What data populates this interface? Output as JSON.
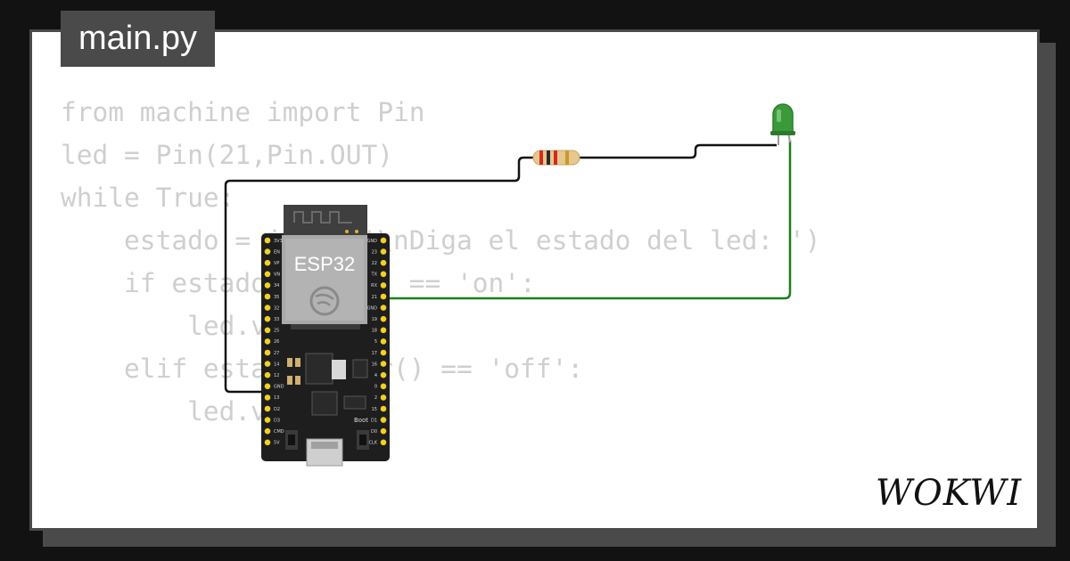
{
  "file_tab": {
    "label": "main.py"
  },
  "code_lines": [
    "from machine import Pin",
    "",
    "led = Pin(21,Pin.OUT)",
    "",
    "while True:",
    "    estado = input('\\nDiga el estado del led: ')",
    "",
    "    if estado.lower() == 'on':",
    "        led.value(1)",
    "    elif estado.lower() == 'off':",
    "        led.value(0)"
  ],
  "board": {
    "module_label": "ESP32",
    "boot_label": "Boot",
    "left_pins": [
      "3V3",
      "EN",
      "VP",
      "VN",
      "34",
      "35",
      "32",
      "33",
      "25",
      "26",
      "27",
      "14",
      "12",
      "GND",
      "13",
      "D2",
      "D3",
      "CMD",
      "5V"
    ],
    "right_pins": [
      "GND",
      "23",
      "22",
      "TX",
      "RX",
      "21",
      "GND",
      "19",
      "18",
      "5",
      "17",
      "16",
      "4",
      "0",
      "2",
      "15",
      "D1",
      "D0",
      "CLK"
    ]
  },
  "brand": {
    "logo": "WOKWI"
  },
  "colors": {
    "background": "#121212",
    "frame": "#4a4a4a",
    "code_text": "#cfcfcf",
    "wire_black": "#111111",
    "wire_green": "#1a7f1a",
    "led_green": "#3a9a3a",
    "pin_gold": "#f2d024"
  }
}
